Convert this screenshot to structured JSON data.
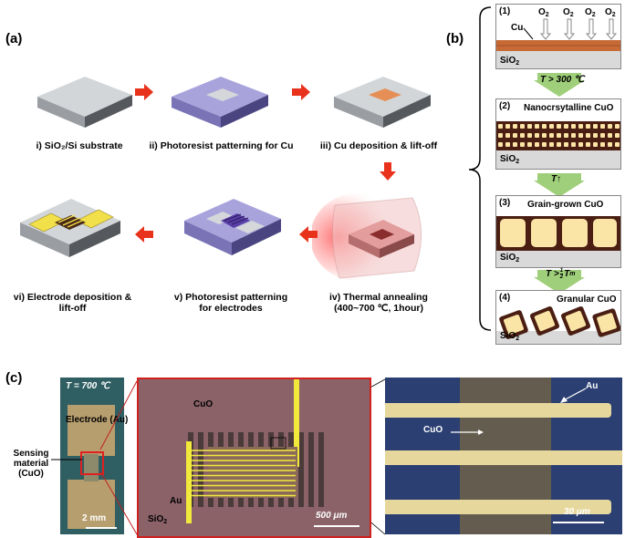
{
  "panel_a": {
    "label": "(a)",
    "steps": [
      {
        "caption": "i) SiO₂/Si substrate"
      },
      {
        "caption": "ii) Photoresist patterning for Cu"
      },
      {
        "caption": "iii) Cu deposition  & lift-off"
      },
      {
        "caption_l1": "iv) Thermal annealing",
        "caption_l2": "(400~700 ℃, 1hour)"
      },
      {
        "caption_l1": "v) Photoresist patterning",
        "caption_l2": "for electrodes"
      },
      {
        "caption_l1": "vi) Electrode deposition &",
        "caption_l2": "lift-off"
      }
    ]
  },
  "panel_b": {
    "label": "(b)",
    "o2": "O",
    "o2_sub": "2",
    "cu": "Cu",
    "sio2": "SiO",
    "sio2_sub": "2",
    "steps": [
      {
        "num": "(1)"
      },
      {
        "num": "(2)",
        "title": "Nanocrsytalline CuO"
      },
      {
        "num": "(3)",
        "title": "Grain-grown CuO"
      },
      {
        "num": "(4)",
        "title": "Granular CuO"
      }
    ],
    "arrows": [
      {
        "text": "T > 300 ℃"
      },
      {
        "text": "T↑"
      },
      {
        "pre": "T > ",
        "num": "1",
        "den": "2",
        "post": "T",
        "post_sub": "m"
      }
    ]
  },
  "panel_c": {
    "label": "(c)",
    "left": {
      "temp": "T = 700 ℃",
      "electrode": "Electrode (Au)",
      "sensing_l1": "Sensing",
      "sensing_l2": "material",
      "sensing_l3": "(CuO)",
      "scale": "2 mm"
    },
    "mid": {
      "cuo": "CuO",
      "au": "Au",
      "sio2": "SiO",
      "sio2_sub": "2",
      "scale": "500 μm"
    },
    "right": {
      "au": "Au",
      "cuo": "CuO",
      "scale": "30 μm"
    }
  },
  "colors": {
    "red_arrow": "#e8321c",
    "green_arrow": "#9fcf7a",
    "copper": "#c86a36",
    "cuo_dark": "#4a1e12",
    "cuo_grain": "#fbe5a6",
    "gold": "#f1ea3c"
  }
}
